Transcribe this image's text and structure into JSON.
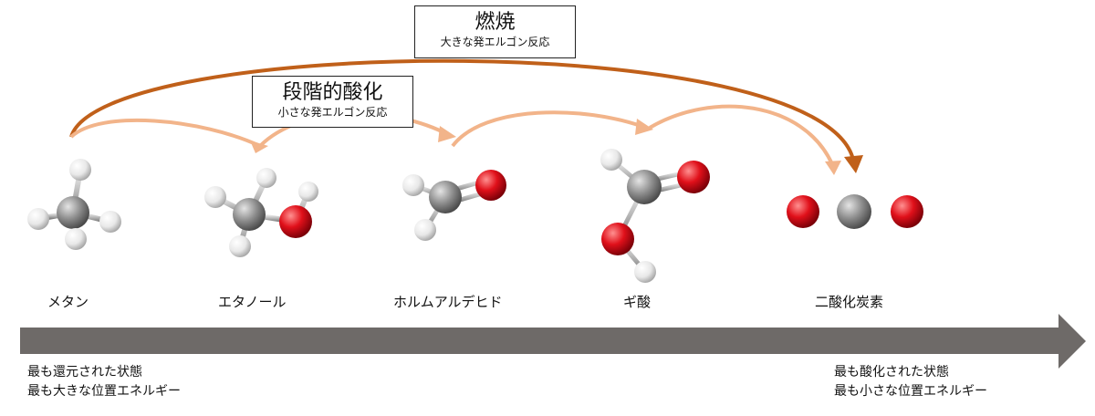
{
  "combustion": {
    "title": "燃焼",
    "subtitle": "大きな発エルゴン反応"
  },
  "stepwise": {
    "title": "段階的酸化",
    "subtitle": "小さな発エルゴン反応"
  },
  "molecules": [
    {
      "key": "methane",
      "label": "メタン"
    },
    {
      "key": "methanol",
      "label": "エタノール"
    },
    {
      "key": "formaldehyde",
      "label": "ホルムアルデヒド"
    },
    {
      "key": "formic-acid",
      "label": "ギ酸"
    },
    {
      "key": "carbon-dioxide",
      "label": "二酸化炭素"
    }
  ],
  "scale": {
    "left": {
      "line1": "最も還元された状態",
      "line2": "最も大きな位置エネルギー"
    },
    "right": {
      "line1": "最も酸化された状態",
      "line2": "最も小さな位置エネルギー"
    }
  },
  "colors": {
    "combustion_arrow": "#c0601a",
    "stepwise_arrow": "#f2b48a",
    "carbon": "#8c8c8c",
    "oxygen": "#e0101a",
    "hydrogen": "#eeeeee",
    "scale_arrow": "#6e6a68"
  }
}
